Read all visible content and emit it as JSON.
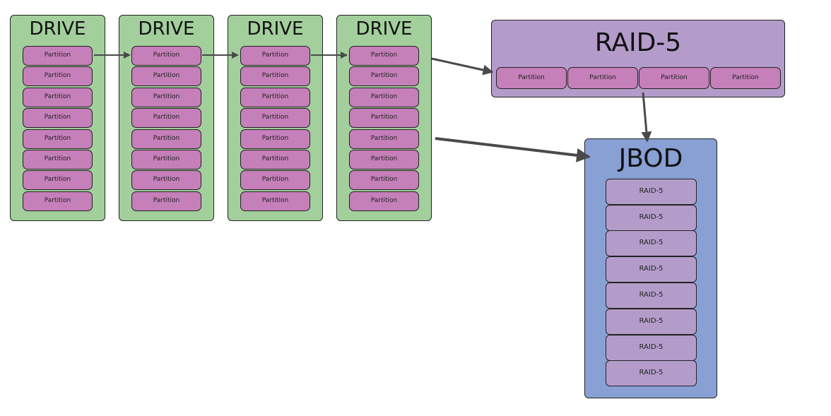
{
  "colors": {
    "drive": "#a2cf9c",
    "partition": "#c57fb9",
    "raid": "#b49cca",
    "jbod": "#88a0d4",
    "arrow": "#4a4a4a"
  },
  "drives": [
    {
      "title": "DRIVE",
      "partitions": [
        "Partition",
        "Partition",
        "Partition",
        "Partition",
        "Partition",
        "Partition",
        "Partition",
        "Partition"
      ]
    },
    {
      "title": "DRIVE",
      "partitions": [
        "Partition",
        "Partition",
        "Partition",
        "Partition",
        "Partition",
        "Partition",
        "Partition",
        "Partition"
      ]
    },
    {
      "title": "DRIVE",
      "partitions": [
        "Partition",
        "Partition",
        "Partition",
        "Partition",
        "Partition",
        "Partition",
        "Partition",
        "Partition"
      ]
    },
    {
      "title": "DRIVE",
      "partitions": [
        "Partition",
        "Partition",
        "Partition",
        "Partition",
        "Partition",
        "Partition",
        "Partition",
        "Partition"
      ]
    }
  ],
  "raid": {
    "title": "RAID-5",
    "partitions": [
      "Partition",
      "Partition",
      "Partition",
      "Partition"
    ]
  },
  "jbod": {
    "title": "JBOD",
    "items": [
      "RAID-5",
      "RAID-5",
      "RAID-5",
      "RAID-5",
      "RAID-5",
      "RAID-5",
      "RAID-5",
      "RAID-5"
    ]
  }
}
